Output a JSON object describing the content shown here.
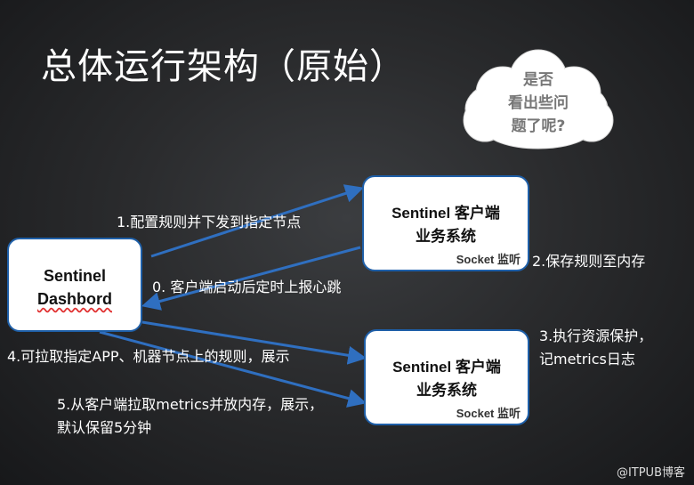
{
  "title": "总体运行架构（原始）",
  "cloud": {
    "line1": "是否",
    "line2": "看出些问",
    "line3": "题了呢?"
  },
  "dashboard": {
    "line1": "Sentinel",
    "line2": "Dashbord"
  },
  "client_top": {
    "line1": "Sentinel 客户端",
    "line2": "业务系统",
    "socket": "Socket 监听"
  },
  "client_bottom": {
    "line1": "Sentinel 客户端",
    "line2": "业务系统",
    "socket": "Socket 监听"
  },
  "steps": {
    "step1": "1.配置规则并下发到指定节点",
    "step0": "0. 客户端启动后定时上报心跳",
    "step2": "2.保存规则至内存",
    "step3_line1": "3.执行资源保护，",
    "step3_line2": "记metrics日志",
    "step4": "4.可拉取指定APP、机器节点上的规则，展示",
    "step5_line1": "5.从客户端拉取metrics并放内存，展示，",
    "step5_line2": "默认保留5分钟"
  },
  "watermark": "@ITPUB博客",
  "colors": {
    "arrow": "#2f6fc0",
    "box_border": "#1e5fa8"
  }
}
